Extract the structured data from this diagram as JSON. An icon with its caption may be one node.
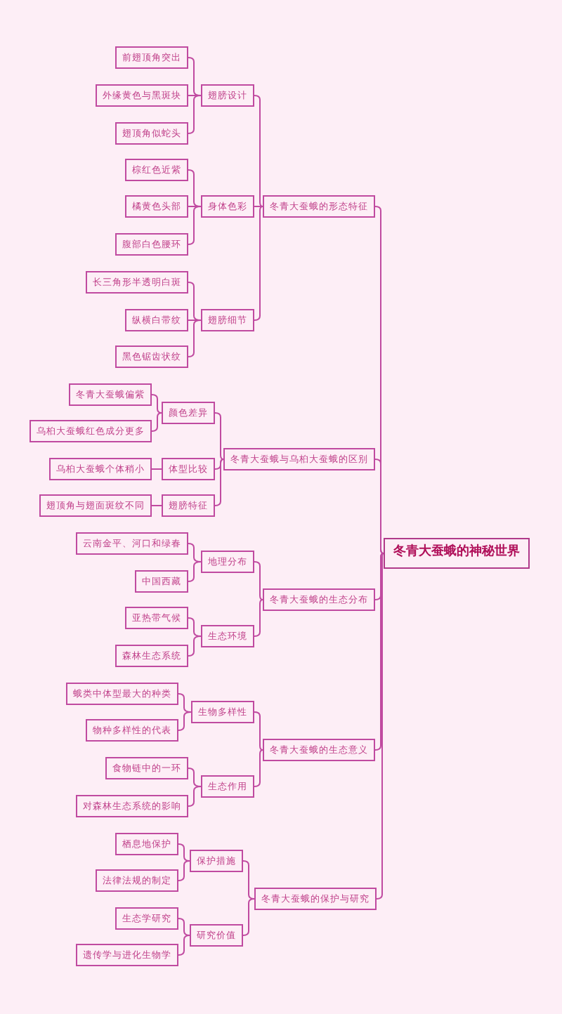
{
  "diagram": {
    "nodes": [
      {
        "text": [
          "冬青大蚕蛾的神秘世界"
        ]
      },
      {
        "text": [
          "冬青大蚕蛾的形态特征"
        ]
      },
      {
        "text": [
          "翅膀设计"
        ]
      },
      {
        "text": [
          "前翅顶角突出"
        ]
      },
      {
        "text": [
          "外缘黄色与黑斑块"
        ]
      },
      {
        "text": [
          "翅顶角似蛇头"
        ]
      },
      {
        "text": [
          "身体色彩"
        ]
      },
      {
        "text": [
          "棕红色近紫"
        ]
      },
      {
        "text": [
          "橘黄色头部"
        ]
      },
      {
        "text": [
          "腹部白色腰环"
        ]
      },
      {
        "text": [
          "翅膀细节"
        ]
      },
      {
        "text": [
          "长三角形半透明白斑"
        ]
      },
      {
        "text": [
          "纵横白带纹"
        ]
      },
      {
        "text": [
          "黑色锯齿状纹"
        ]
      },
      {
        "text": [
          "冬青大蚕蛾与乌桕大蚕蛾的区别"
        ]
      },
      {
        "text": [
          "颜色差异"
        ]
      },
      {
        "text": [
          "冬青大蚕蛾偏紫"
        ]
      },
      {
        "text": [
          "乌桕大蚕蛾红色成分更多"
        ]
      },
      {
        "text": [
          "体型比较"
        ]
      },
      {
        "text": [
          "乌桕大蚕蛾个体稍小"
        ]
      },
      {
        "text": [
          "翅膀特征"
        ]
      },
      {
        "text": [
          "翅顶角与翅面斑纹不同"
        ]
      },
      {
        "text": [
          "冬青大蚕蛾的生态分布"
        ]
      },
      {
        "text": [
          "地理分布"
        ]
      },
      {
        "text": [
          "云南金平、河口和绿春"
        ]
      },
      {
        "text": [
          "中国西藏"
        ]
      },
      {
        "text": [
          "生态环境"
        ]
      },
      {
        "text": [
          "亚热带气候"
        ]
      },
      {
        "text": [
          "森林生态系统"
        ]
      },
      {
        "text": [
          "冬青大蚕蛾的生态意义"
        ]
      },
      {
        "text": [
          "生物多样性"
        ]
      },
      {
        "text": [
          "蛾类中体型最大的种类"
        ]
      },
      {
        "text": [
          "物种多样性的代表"
        ]
      },
      {
        "text": [
          "生态作用"
        ]
      },
      {
        "text": [
          "食物链中的一环"
        ]
      },
      {
        "text": [
          "对森林生态系统的影响"
        ]
      },
      {
        "text": [
          "冬青大蚕蛾的保护与研究"
        ]
      },
      {
        "text": [
          "保护措施"
        ]
      },
      {
        "text": [
          "栖息地保护"
        ]
      },
      {
        "text": [
          "法律法规的制定"
        ]
      },
      {
        "text": [
          "研究价值"
        ]
      },
      {
        "text": [
          "生态学研究"
        ]
      },
      {
        "text": [
          "遗传学与进化生物学"
        ]
      }
    ],
    "edges": [
      {
        "from": 0,
        "to": 1,
        "arrow": "none"
      },
      {
        "from": 1,
        "to": 2,
        "arrow": "none"
      },
      {
        "from": 2,
        "to": 3,
        "arrow": "none"
      },
      {
        "from": 2,
        "to": 4,
        "arrow": "none"
      },
      {
        "from": 2,
        "to": 5,
        "arrow": "none"
      },
      {
        "from": 1,
        "to": 6,
        "arrow": "none"
      },
      {
        "from": 6,
        "to": 7,
        "arrow": "none"
      },
      {
        "from": 6,
        "to": 8,
        "arrow": "none"
      },
      {
        "from": 6,
        "to": 9,
        "arrow": "none"
      },
      {
        "from": 1,
        "to": 10,
        "arrow": "none"
      },
      {
        "from": 10,
        "to": 11,
        "arrow": "none"
      },
      {
        "from": 10,
        "to": 12,
        "arrow": "none"
      },
      {
        "from": 10,
        "to": 13,
        "arrow": "none"
      },
      {
        "from": 0,
        "to": 14,
        "arrow": "none"
      },
      {
        "from": 14,
        "to": 15,
        "arrow": "none"
      },
      {
        "from": 15,
        "to": 16,
        "arrow": "none"
      },
      {
        "from": 15,
        "to": 17,
        "arrow": "none"
      },
      {
        "from": 14,
        "to": 18,
        "arrow": "none"
      },
      {
        "from": 18,
        "to": 19,
        "arrow": "none"
      },
      {
        "from": 14,
        "to": 20,
        "arrow": "none"
      },
      {
        "from": 20,
        "to": 21,
        "arrow": "none"
      },
      {
        "from": 0,
        "to": 22,
        "arrow": "none"
      },
      {
        "from": 22,
        "to": 23,
        "arrow": "none"
      },
      {
        "from": 23,
        "to": 24,
        "arrow": "none"
      },
      {
        "from": 23,
        "to": 25,
        "arrow": "none"
      },
      {
        "from": 22,
        "to": 26,
        "arrow": "none"
      },
      {
        "from": 26,
        "to": 27,
        "arrow": "none"
      },
      {
        "from": 26,
        "to": 28,
        "arrow": "none"
      },
      {
        "from": 0,
        "to": 29,
        "arrow": "none"
      },
      {
        "from": 29,
        "to": 30,
        "arrow": "none"
      },
      {
        "from": 30,
        "to": 31,
        "arrow": "none"
      },
      {
        "from": 30,
        "to": 32,
        "arrow": "none"
      },
      {
        "from": 29,
        "to": 33,
        "arrow": "none"
      },
      {
        "from": 33,
        "to": 34,
        "arrow": "none"
      },
      {
        "from": 33,
        "to": 35,
        "arrow": "none"
      },
      {
        "from": 0,
        "to": 36,
        "arrow": "none"
      },
      {
        "from": 36,
        "to": 37,
        "arrow": "none"
      },
      {
        "from": 37,
        "to": 38,
        "arrow": "none"
      },
      {
        "from": 37,
        "to": 39,
        "arrow": "none"
      },
      {
        "from": 36,
        "to": 40,
        "arrow": "none"
      },
      {
        "from": 40,
        "to": 41,
        "arrow": "none"
      },
      {
        "from": 40,
        "to": 42,
        "arrow": "none"
      }
    ]
  }
}
